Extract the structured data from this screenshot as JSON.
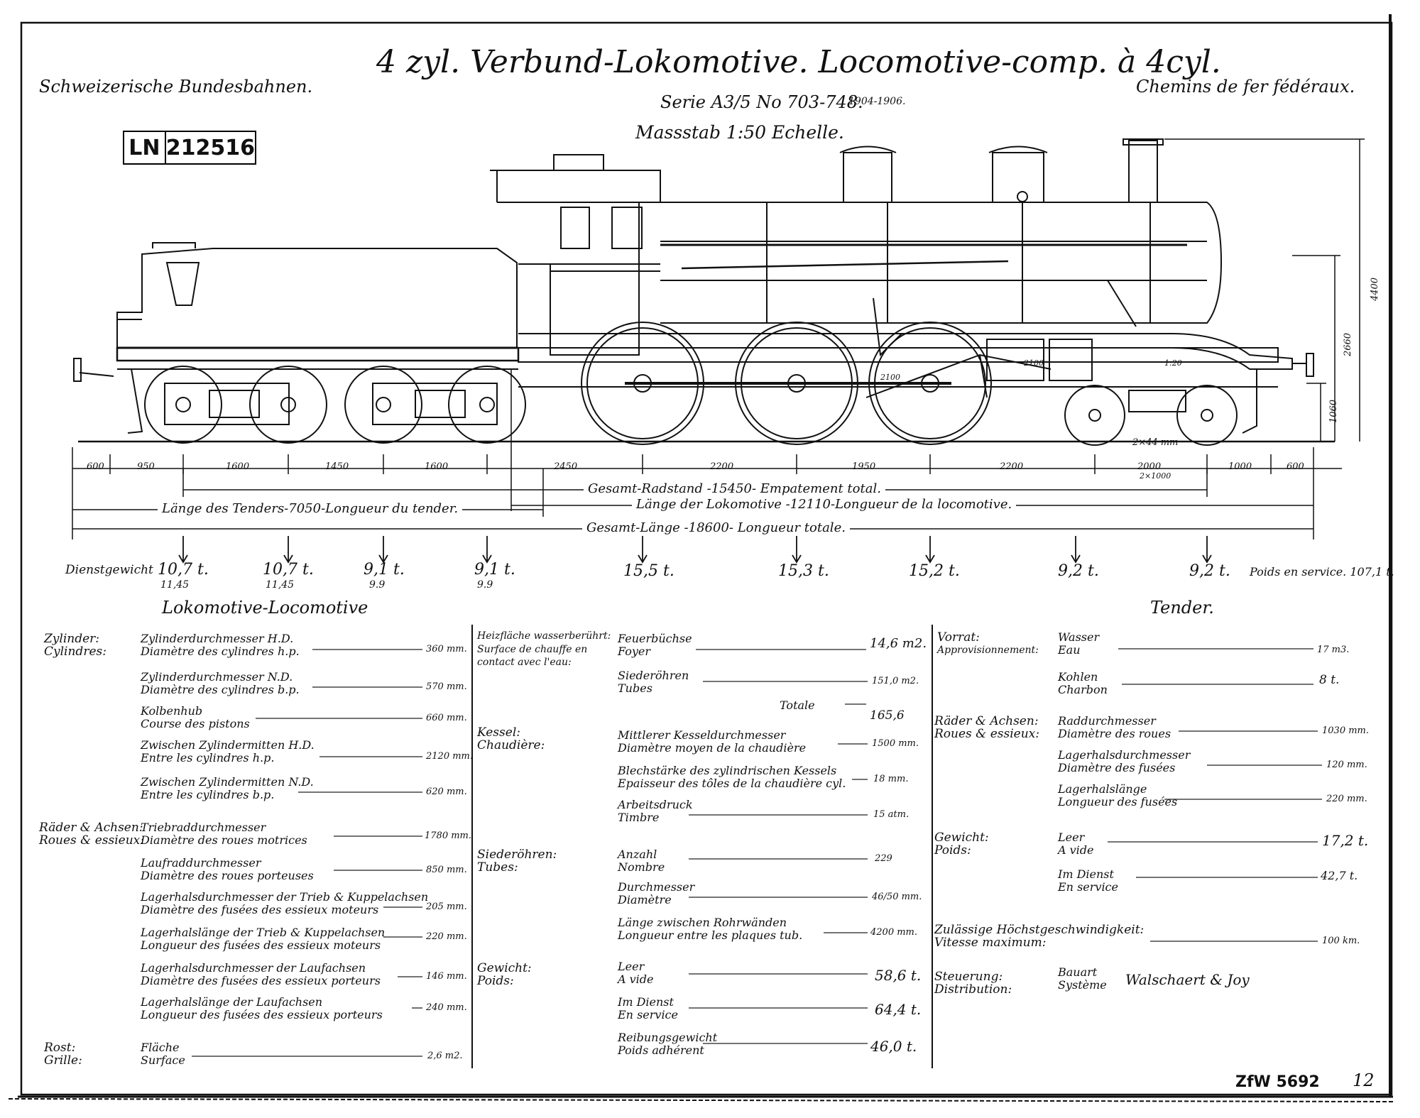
{
  "header": {
    "org_left": "Schweizerische Bundesbahnen.",
    "org_right": "Chemins de fer fédéraux.",
    "title": "4 zyl. Verbund-Lokomotive. Locomotive-comp. à 4cyl.",
    "serie": "Serie A3/5 No 703-748.",
    "serie_years": "1904-1906.",
    "scale": "Massstab 1:50 Echelle."
  },
  "stamp": {
    "prefix": "LN",
    "number": "212516"
  },
  "footer": {
    "code": "ZfW 5692",
    "page": "12"
  },
  "drawing": {
    "top_dims": [
      "600",
      "950",
      "1600",
      "1450",
      "1600",
      "2450",
      "2200",
      "1950",
      "2200",
      "2000",
      "1000",
      "600"
    ],
    "wheelbase_note": "2×1000",
    "gauge_note": "2×44 mm",
    "side_dims": [
      "4400",
      "2660",
      "1060"
    ],
    "inline_dims": [
      "2100",
      "2100",
      "1:20"
    ],
    "total_wheelbase": "Gesamt-Radstand -15450- Empatement total.",
    "tender_length": "Länge des Tenders-7050-Longueur du tender.",
    "loco_length": "Länge der Lokomotive -12110-Longueur de la locomotive.",
    "total_length": "Gesamt-Länge -18600- Longueur totale."
  },
  "weights": {
    "label": "Dienstgewicht",
    "items": [
      {
        "main": "10,7 t.",
        "sub": "11,45"
      },
      {
        "main": "10,7 t.",
        "sub": "11,45"
      },
      {
        "main": "9,1 t.",
        "sub": "9.9"
      },
      {
        "main": "9,1 t.",
        "sub": "9.9"
      },
      {
        "main": "15,5 t.",
        "sub": ""
      },
      {
        "main": "15,3 t.",
        "sub": ""
      },
      {
        "main": "15,2 t.",
        "sub": ""
      },
      {
        "main": "9,2 t.",
        "sub": ""
      },
      {
        "main": "9,2 t.",
        "sub": ""
      }
    ],
    "right_label": "Poids en service. 107,1 t."
  },
  "sections": {
    "locomotive": "Lokomotive-Locomotive",
    "tender": "Tender."
  },
  "col1": {
    "groups": [
      {
        "de": "Zylinder:",
        "fr": "Cylindres:",
        "rows": [
          {
            "de": "Zylinderdurchmesser H.D.",
            "fr": "Diamètre des cylindres h.p.",
            "value": "360 mm."
          },
          {
            "de": "Zylinderdurchmesser N.D.",
            "fr": "Diamètre des cylindres b.p.",
            "value": "570 mm."
          },
          {
            "de": "Kolbenhub",
            "fr": "Course des pistons",
            "value": "660 mm."
          },
          {
            "de": "Zwischen Zylindermitten H.D.",
            "fr": "Entre les cylindres h.p.",
            "value": "2120 mm."
          },
          {
            "de": "Zwischen Zylindermitten N.D.",
            "fr": "Entre les cylindres b.p.",
            "value": "620 mm."
          }
        ]
      },
      {
        "de": "Räder & Achsen:",
        "fr": "Roues & essieux:",
        "rows": [
          {
            "de": "Triebraddurchmesser",
            "fr": "Diamètre des roues motrices",
            "value": "1780 mm."
          },
          {
            "de": "Laufraddurchmesser",
            "fr": "Diamètre des roues porteuses",
            "value": "850 mm."
          },
          {
            "de": "Lagerhalsdurchmesser der Trieb & Kuppelachsen",
            "fr": "Diamètre des fusées des essieux moteurs",
            "value": "205 mm."
          },
          {
            "de": "Lagerhalslänge der Trieb & Kuppelachsen",
            "fr": "Longueur des fusées des essieux moteurs",
            "value": "220 mm."
          },
          {
            "de": "Lagerhalsdurchmesser der Laufachsen",
            "fr": "Diamètre des fusées des essieux porteurs",
            "value": "146 mm."
          },
          {
            "de": "Lagerhalslänge der Laufachsen",
            "fr": "Longueur des fusées des essieux porteurs",
            "value": "240 mm."
          }
        ]
      },
      {
        "de": "Rost:",
        "fr": "Grille:",
        "rows": [
          {
            "de": "Fläche",
            "fr": "Surface",
            "value": "2,6 m2."
          }
        ]
      }
    ]
  },
  "col2": {
    "groups": [
      {
        "de": "Heizfläche wasserberührt:",
        "fr": "Surface de chauffe en contact avec l'eau:",
        "rows": [
          {
            "de": "Feuerbüchse",
            "fr": "Foyer",
            "value": "14,6 m2."
          },
          {
            "de": "Siederöhren",
            "fr": "Tubes",
            "value": "151,0 m2."
          },
          {
            "de": "",
            "fr": "Totale",
            "value": "165,6"
          }
        ]
      },
      {
        "de": "Kessel:",
        "fr": "Chaudière:",
        "rows": [
          {
            "de": "Mittlerer Kesseldurchmesser",
            "fr": "Diamètre moyen de la chaudière",
            "value": "1500 mm."
          },
          {
            "de": "Blechstärke des zylindrischen Kessels",
            "fr": "Epaisseur des tôles de la chaudière cyl.",
            "value": "18 mm."
          },
          {
            "de": "Arbeitsdruck",
            "fr": "Timbre",
            "value": "15 atm."
          }
        ]
      },
      {
        "de": "Siederöhren:",
        "fr": "Tubes:",
        "rows": [
          {
            "de": "Anzahl",
            "fr": "Nombre",
            "value": "229"
          },
          {
            "de": "Durchmesser",
            "fr": "Diamètre",
            "value": "46/50 mm."
          },
          {
            "de": "Länge zwischen Rohrwänden",
            "fr": "Longueur entre les plaques tub.",
            "value": "4200 mm."
          }
        ]
      },
      {
        "de": "Gewicht:",
        "fr": "Poids:",
        "rows": [
          {
            "de": "Leer",
            "fr": "A vide",
            "value": "58,6 t."
          },
          {
            "de": "Im Dienst",
            "fr": "En service",
            "value": "64,4 t."
          },
          {
            "de": "Reibungsgewicht",
            "fr": "Poids adhérent",
            "value": "46,0 t."
          }
        ]
      }
    ]
  },
  "col3": {
    "groups": [
      {
        "de": "Vorrat:",
        "fr": "Approvisionnement:",
        "rows": [
          {
            "de": "Wasser",
            "fr": "Eau",
            "value": "17 m3."
          },
          {
            "de": "Kohlen",
            "fr": "Charbon",
            "value": "8 t."
          }
        ]
      },
      {
        "de": "Räder & Achsen:",
        "fr": "Roues & essieux:",
        "rows": [
          {
            "de": "Raddurchmesser",
            "fr": "Diamètre des roues",
            "value": "1030 mm."
          },
          {
            "de": "Lagerhalsdurchmesser",
            "fr": "Diamètre des fusées",
            "value": "120 mm."
          },
          {
            "de": "Lagerhalslänge",
            "fr": "Longueur des fusées",
            "value": "220 mm."
          }
        ]
      },
      {
        "de": "Gewicht:",
        "fr": "Poids:",
        "rows": [
          {
            "de": "Leer",
            "fr": "A vide",
            "value": "17,2 t."
          },
          {
            "de": "Im Dienst",
            "fr": "En service",
            "value": "42,7 t."
          }
        ]
      },
      {
        "de": "Zulässige Höchstgeschwindigkeit:",
        "fr": "Vitesse maximum:",
        "rows": [
          {
            "de": "",
            "fr": "",
            "value": "100 km."
          }
        ]
      },
      {
        "de": "Steuerung:",
        "fr": "Distribution:",
        "rows": [
          {
            "de": "Bauart",
            "fr": "Système",
            "value": "Walschaert & Joy"
          }
        ]
      }
    ]
  }
}
